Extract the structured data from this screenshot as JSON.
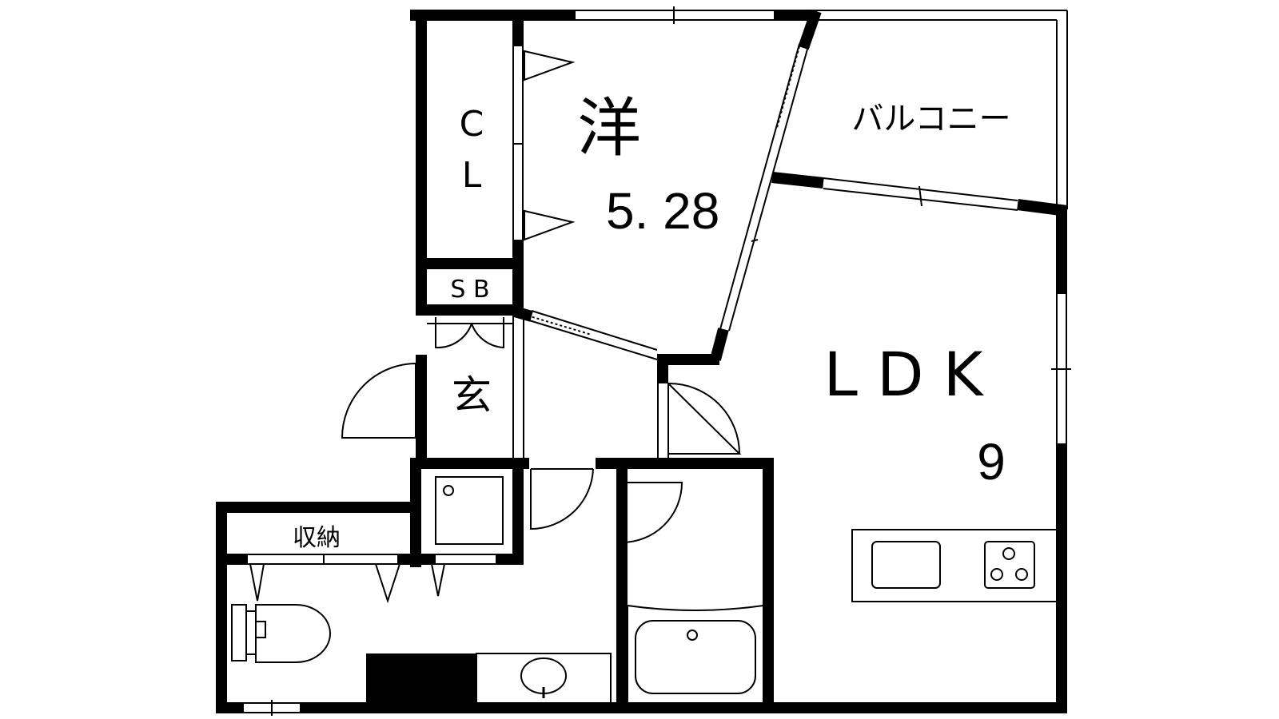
{
  "rooms": {
    "western": {
      "label": "洋",
      "size": "5. 28"
    },
    "closet": {
      "label": "C\nL",
      "line1": "C",
      "line2": "L"
    },
    "shoe_box": {
      "label": "S B"
    },
    "entrance": {
      "label": "玄"
    },
    "balcony": {
      "label": "バルコニー"
    },
    "ldk": {
      "label": "L D K",
      "size": "9"
    },
    "storage": {
      "label": "収納"
    }
  }
}
